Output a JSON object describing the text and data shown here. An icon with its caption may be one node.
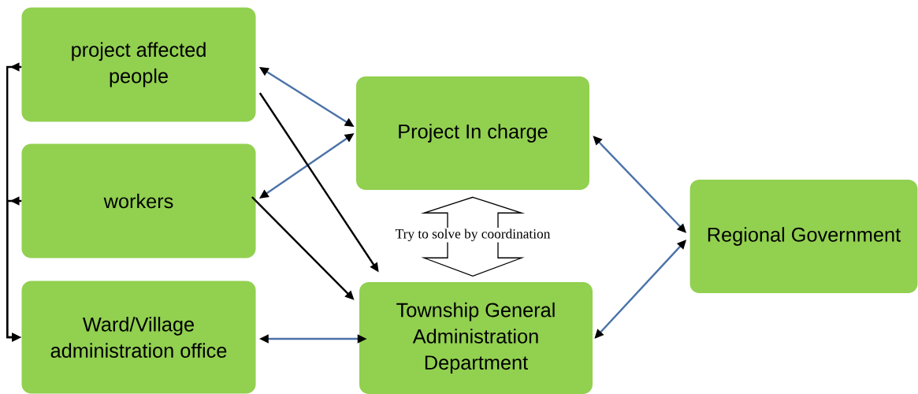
{
  "diagram": {
    "nodes": [
      {
        "text": [
          "project affected people"
        ]
      },
      {
        "text": [
          "workers"
        ]
      },
      {
        "text": [
          "Ward/Village administration office"
        ]
      },
      {
        "text": [
          "Project In charge"
        ]
      },
      {
        "text": [
          "Township General Administration Department"
        ]
      },
      {
        "text": [
          "Regional Government"
        ]
      }
    ],
    "edges": [
      {
        "from": 0,
        "to": 3,
        "arrow": "both",
        "color": "#4a72a8"
      },
      {
        "from": 1,
        "to": 3,
        "arrow": "both",
        "color": "#4a72a8"
      },
      {
        "from": 0,
        "to": 4,
        "arrow": "to",
        "color": "#000000"
      },
      {
        "from": 1,
        "to": 4,
        "arrow": "to",
        "color": "#000000"
      },
      {
        "from": 2,
        "to": 4,
        "arrow": "both",
        "color": "#4a72a8"
      },
      {
        "from": 3,
        "to": 5,
        "arrow": "both",
        "color": "#4a72a8"
      },
      {
        "from": 4,
        "to": 5,
        "arrow": "both",
        "color": "#4a72a8"
      },
      {
        "from": 0,
        "to": 2,
        "arrow": "to",
        "color": "#000000"
      },
      {
        "from": 1,
        "to": 2,
        "arrow": "to",
        "color": "#000000"
      },
      {
        "from": 3,
        "to": 4,
        "arrow": "both",
        "label": "Try to solve by coordination"
      }
    ]
  }
}
